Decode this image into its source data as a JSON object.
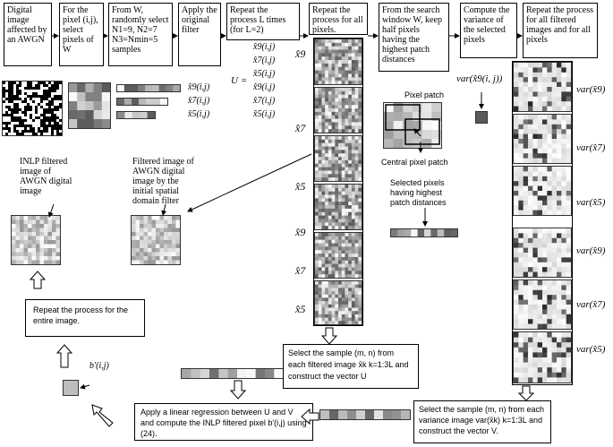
{
  "steps": [
    "Digital image affected by an AWGN",
    "For the pixel (i,j), select pixels of W",
    "From W, randomly select N1=9, N2=7 N3=Nmin=5 samples",
    "Apply the original filter",
    "Repeat the process L times (for L=2)",
    "Repeat the process for all pixels.",
    "From the search window W, keep half pixels having the highest patch distances",
    "Compute the variance of the selected pixels",
    "Repeat the process for all filtered images and for all pixels"
  ],
  "small_labels": [
    "x̂9(i,j)",
    "x̂7(i,j)",
    "x̂5(i,j)"
  ],
  "u_label": "U =",
  "u_items": [
    "x̂9(i,j)",
    "x̂7(i,j)",
    "x̂5(i,j)",
    "x̂9(i,j)",
    "x̂7(i,j)",
    "x̂5(i,j)"
  ],
  "stack_labels": [
    "x̂9",
    "x̂7",
    "x̂5",
    "x̂9",
    "x̂7",
    "x̂5"
  ],
  "pixel_patch": "Pixel patch",
  "central_pixel_patch": "Central pixel patch",
  "selected_pixels": "Selected pixels having highest patch distances",
  "var_top": "var(x̂9(i, j))",
  "var_labels": [
    "var(x̂9)",
    "var(x̂7)",
    "var(x̂5)",
    "var(x̂9)",
    "var(x̂7)",
    "var(x̂5)"
  ],
  "inlp_caption": "INLP filtered image of AWGN digital image",
  "filtered_caption": "Filtered image of AWGN digital image by the initial spatial domain filter",
  "repeat_entire": "Repeat the process for the entire image.",
  "b_label": "b'(i,j)",
  "select_u": "Select the sample (m, n) from each filtered image x̂k  k=1:3L and construct the vector U",
  "select_v": "Select the sample (m, n) from each variance image var(x̂k)  k=1:3L and construct the vector V.",
  "regression": "Apply a linear regression between U and V and compute the INLP filtered pixel b'(i,j) using (24)."
}
